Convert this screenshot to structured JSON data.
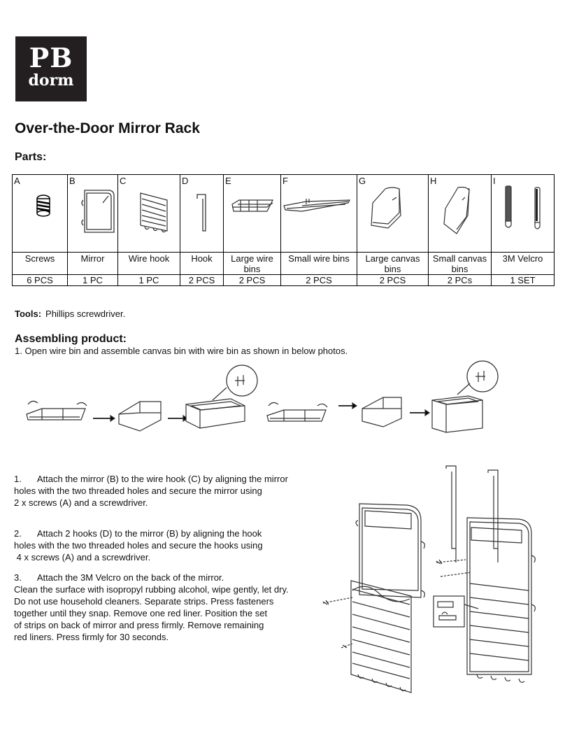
{
  "logo": {
    "line1": "PB",
    "line2": "dorm"
  },
  "title": "Over-the-Door Mirror Rack",
  "parts_heading": "Parts:",
  "parts": [
    {
      "letter": "A",
      "name": "Screws",
      "qty": "6 PCS",
      "icon": "screw-icon"
    },
    {
      "letter": "B",
      "name": "Mirror",
      "qty": "1 PC",
      "icon": "mirror-icon"
    },
    {
      "letter": "C",
      "name": "Wire hook",
      "qty": "1 PC",
      "icon": "wire-hook-icon"
    },
    {
      "letter": "D",
      "name": "Hook",
      "qty": "2 PCS",
      "icon": "hook-icon"
    },
    {
      "letter": "E",
      "name": "Large wire bins",
      "qty": "2 PCS",
      "icon": "large-wire-bin-icon"
    },
    {
      "letter": "F",
      "name": "Small wire bins",
      "qty": "2 PCS",
      "icon": "small-wire-bin-icon"
    },
    {
      "letter": "G",
      "name": "Large canvas bins",
      "qty": "2 PCS",
      "icon": "large-canvas-bin-icon"
    },
    {
      "letter": "H",
      "name": "Small canvas bins",
      "qty": "2 PCs",
      "icon": "small-canvas-bin-icon"
    },
    {
      "letter": "I",
      "name": "3M Velcro",
      "qty": "1 SET",
      "icon": "velcro-icon"
    }
  ],
  "tools": {
    "label": "Tools:",
    "text": "Phillips screwdriver."
  },
  "assembling": {
    "heading": "Assembling product:",
    "intro": "1. Open wire bin and assemble canvas bin with wire bin as shown in below photos."
  },
  "steps": [
    {
      "num": "1.",
      "lines": [
        "Attach the mirror (B) to the wire hook (C) by aligning the mirror",
        "holes with the two threaded holes and secure the mirror using",
        "2 x screws (A) and a screwdriver."
      ]
    },
    {
      "num": "2.",
      "lines": [
        "Attach 2 hooks (D) to the mirror (B) by aligning the hook",
        "holes with the two threaded holes and secure the hooks using",
        " 4 x screws (A) and a screwdriver."
      ]
    },
    {
      "num": "3.",
      "lines": [
        "Attach the 3M Velcro on the back of the mirror.",
        "Clean the surface with isopropyl rubbing alcohol, wipe gently, let dry.",
        "Do not use household cleaners.  Separate strips.  Press fasteners",
        "together until they snap.  Remove one red liner.  Position the set",
        "of strips on back of mirror and press firmly.  Remove remaining",
        "red liners. Press firmly for 30 seconds."
      ]
    }
  ]
}
